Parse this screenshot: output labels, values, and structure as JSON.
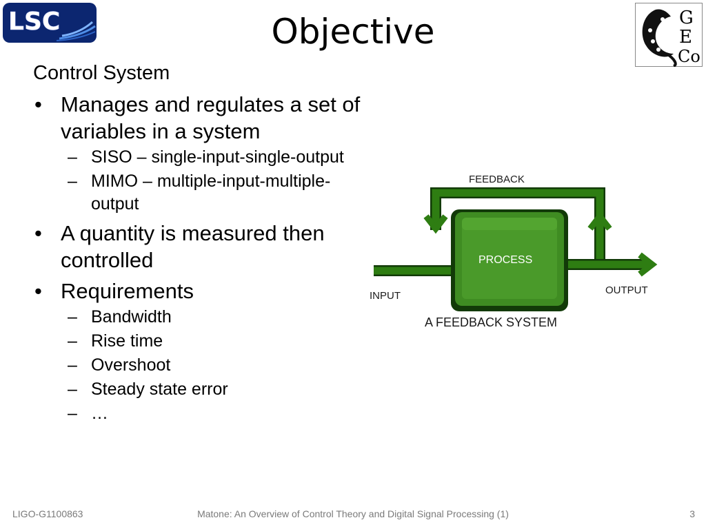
{
  "logos": {
    "left_text": "LSC",
    "right_lines": [
      "G",
      "E",
      "Co"
    ]
  },
  "title": "Objective",
  "content": {
    "heading": "Control System",
    "bullet_mark": "•",
    "dash_mark": "–",
    "bullet1": "Manages and regulates a set of variables in a system",
    "sub1": [
      "SISO – single-input-single-output",
      "MIMO – multiple-input-multiple-output"
    ],
    "bullet2": "A quantity is measured then controlled",
    "bullet3": "Requirements",
    "sub3": [
      "Bandwidth",
      "Rise time",
      "Overshoot",
      "Steady state error",
      "…"
    ]
  },
  "diagram": {
    "feedback_label": "FEEDBACK",
    "process_label": "PROCESS",
    "input_label": "INPUT",
    "output_label": "OUTPUT",
    "caption": "A FEEDBACK SYSTEM",
    "colors": {
      "dark_green": "#2e7d12",
      "process_green": "#4a9a2a",
      "outline": "#123a08"
    }
  },
  "footer": {
    "left": "LIGO-G1100863",
    "center": "Matone: An Overview of Control Theory and Digital Signal Processing (1)",
    "page": "3"
  }
}
